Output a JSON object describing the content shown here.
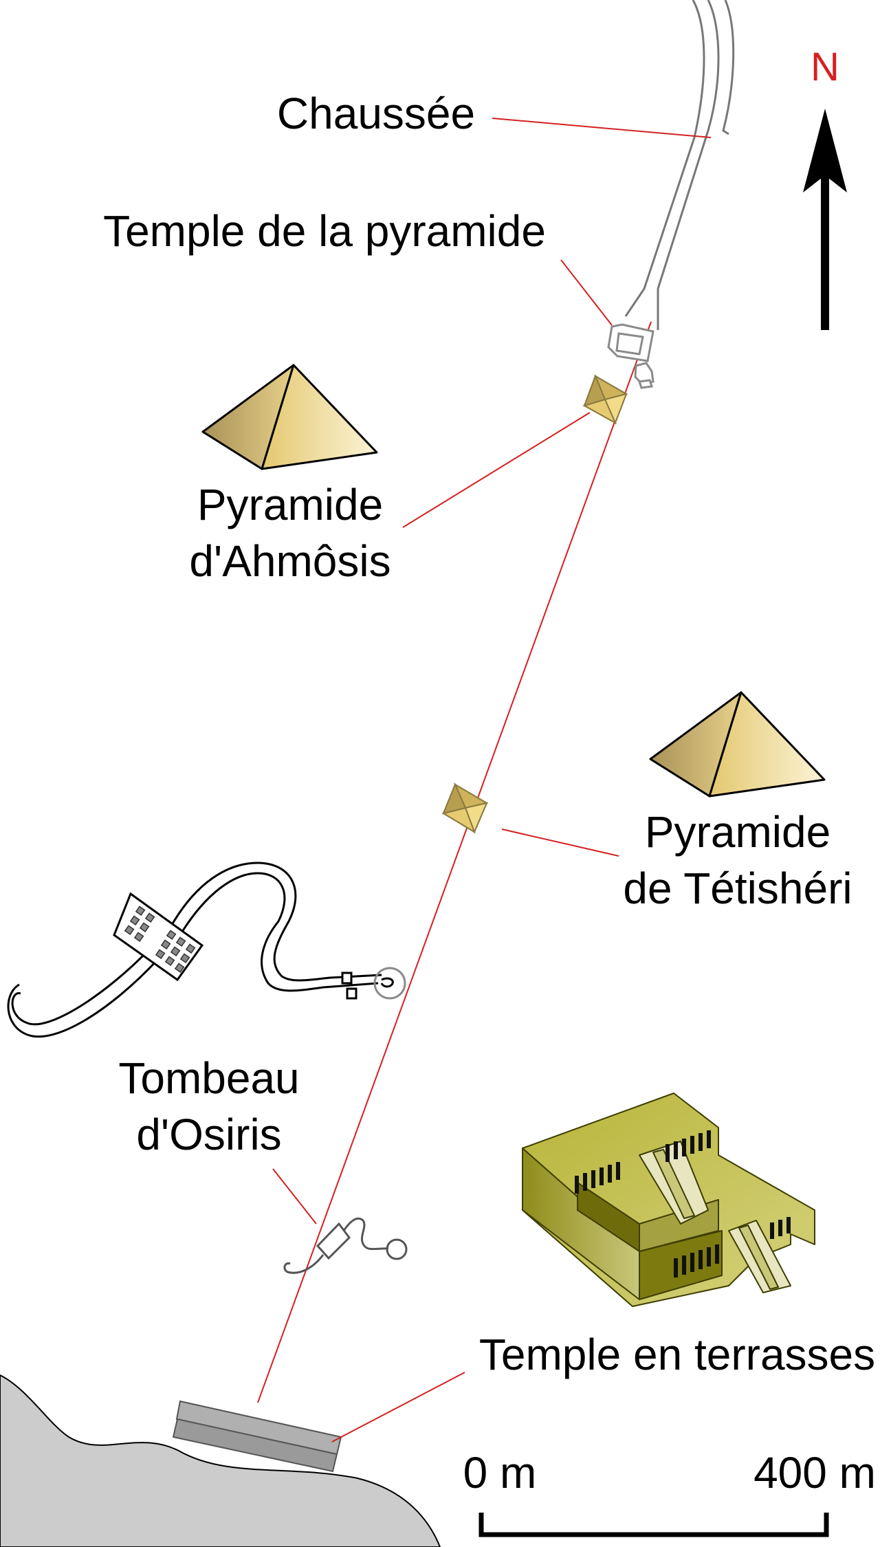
{
  "labels": {
    "causeway": "Chaussée",
    "pyramid_temple": "Temple de la pyramide",
    "ahmose_pyramid_line1": "Pyramide",
    "ahmose_pyramid_line2": "d'Ahmôsis",
    "tetisheri_pyramid_line1": "Pyramide",
    "tetisheri_pyramid_line2": "de Tétishéri",
    "osiris_tomb_line1": "Tombeau",
    "osiris_tomb_line2": "d'Osiris",
    "terrace_temple": "Temple en terrasses"
  },
  "north_arrow": {
    "label": "N"
  },
  "scale_bar": {
    "start_label": "0 m",
    "end_label": "400 m"
  },
  "colors": {
    "axis_line": "#d42020",
    "leader_line": "#d42020",
    "north_label": "#d42020",
    "pyramid_light": "#f3e4a8",
    "pyramid_dark": "#b09a5c",
    "temple_olive": "#a6a631",
    "terrain": "#cccccc"
  }
}
